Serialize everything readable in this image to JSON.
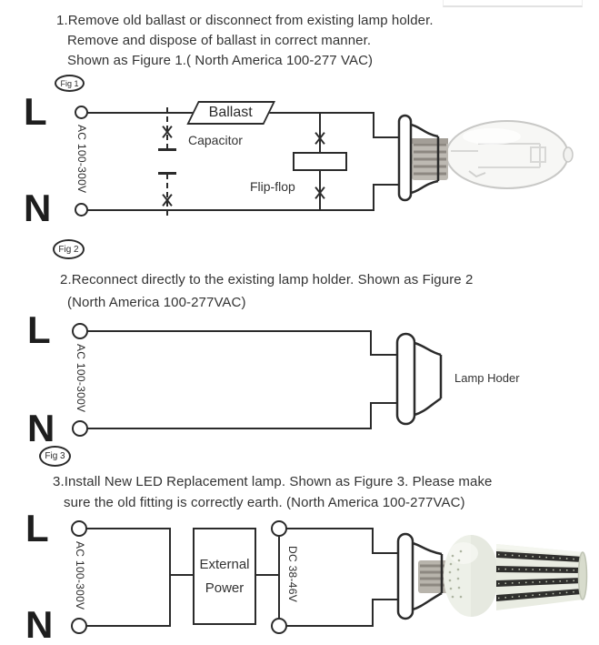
{
  "steps": {
    "step1": {
      "line1": "1.Remove old ballast or disconnect from existing lamp holder.",
      "line2": "Remove and dispose of ballast in correct manner.",
      "line3": "Shown as Figure 1.( North America 100-277 VAC)"
    },
    "step2": {
      "line1": "2.Reconnect directly to the existing lamp holder. Shown as Figure 2",
      "line2": "(North America 100-277VAC)"
    },
    "step3": {
      "line1": "3.Install New LED Replacement lamp. Shown as Figure 3. Please make",
      "line2": "sure the old fitting is correctly earth.  (North America 100-277VAC)"
    }
  },
  "fig1": {
    "badge": "Fig 1",
    "line_label": "L",
    "neutral_label": "N",
    "ac_label": "AC 100-300V",
    "ballast_label": "Ballast",
    "capacitor_label": "Capacitor",
    "flipflop_label": "Flip-flop"
  },
  "fig2": {
    "badge": "Fig 2",
    "line_label": "L",
    "neutral_label": "N",
    "ac_label": "AC 100-300V",
    "holder_label": "Lamp Hoder"
  },
  "fig3": {
    "badge": "Fig 3",
    "line_label": "L",
    "neutral_label": "N",
    "ac_label": "AC 100-300V",
    "power_line1": "External",
    "power_line2": "Power",
    "dc_label": "DC 38-46V"
  },
  "colors": {
    "line": "#2b2b2b",
    "text": "#333333"
  }
}
